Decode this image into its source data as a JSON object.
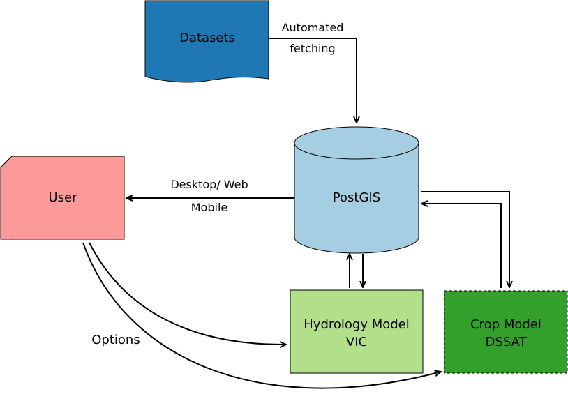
{
  "nodes": {
    "datasets": {
      "label": "Datasets",
      "color": "#1f77b4"
    },
    "postgis": {
      "label": "PostGIS",
      "color": "#a6cee3"
    },
    "user": {
      "label": "User",
      "color": "#fb9a99"
    },
    "hydrology": {
      "line1": "Hydrology Model",
      "line2": "VIC",
      "color": "#b2df8a"
    },
    "crop": {
      "line1": "Crop Model",
      "line2": "DSSAT",
      "color": "#33a02c"
    }
  },
  "edges": {
    "automated_fetching": {
      "line1": "Automated",
      "line2": "fetching"
    },
    "desktop_web_mobile": {
      "line1": "Desktop/ Web",
      "line2": "Mobile"
    },
    "options": {
      "label": "Options"
    }
  }
}
